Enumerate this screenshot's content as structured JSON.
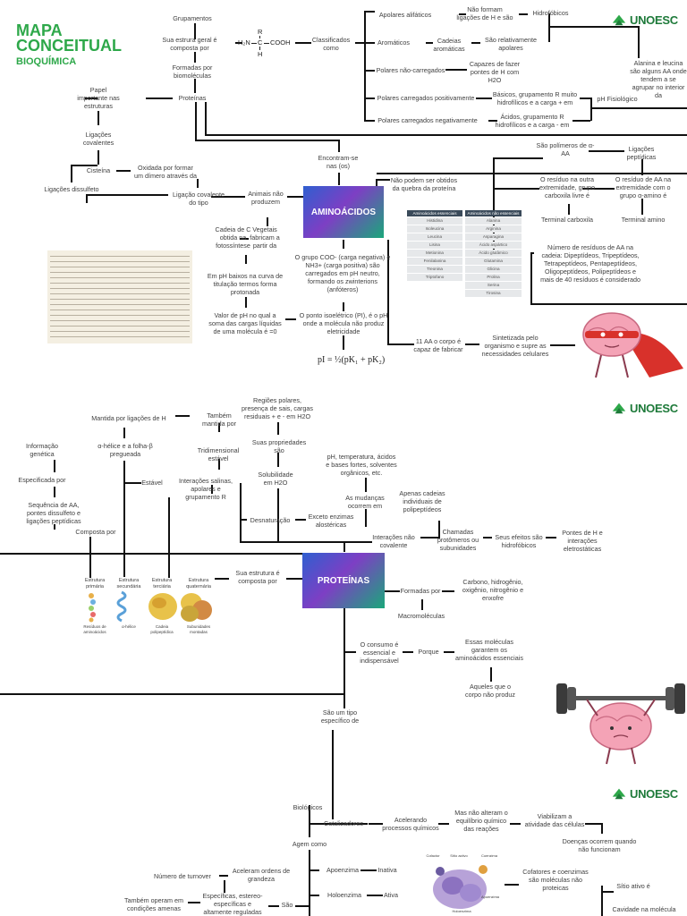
{
  "title": {
    "line1": "MAPA",
    "line2": "CONCEITUAL",
    "subtitle": "BIOQUÍMICA"
  },
  "logo": {
    "text": "UNOESC"
  },
  "colors": {
    "brand_green": "#2ea84a",
    "box_gradient": [
      "#2f5fd0",
      "#7d3fc4",
      "#1aa77a"
    ]
  },
  "aa": {
    "grupamentos": "Grupamentos",
    "estrutura_geral": "Sua estrura geral é\ncomposta por",
    "formula": {
      "h2n": "H₂N",
      "r": "R",
      "c": "C",
      "h": "H",
      "cooh": "COOH"
    },
    "classificados": "Classificados\ncomo",
    "formadas_por": "Formadas por\nbiomoléculas",
    "proteinas_small": "Proteínas",
    "papel": "Papel\nimportante nas\nestruturas",
    "ligacoes_covalentes": "Ligações\ncovalentes",
    "cisteina": "Cisteína",
    "oxidada": "Oxidada por formar\num dímero através da",
    "ligacoes_dissulfeto": "Ligações dissulfeto",
    "ligacao_covalente_tipo": "Ligação covalente\ndo tipo",
    "apolares": "Apolares alifáticos",
    "nao_formam": "Não formam\nligações de H e são",
    "hidrofobicos": "Hidrofóbicos",
    "aromaticos": "Aromáticos",
    "cadeias_aromaticas": "Cadeias\naromáticas",
    "relativamente_apolares": "São relativamente\napolares",
    "polares_nc": "Polares não-carregados",
    "capazes": "Capazes de fazer\npontes de H com\nH2O",
    "polares_pos": "Polares carregados positivamente",
    "basicos": "Básicos, grupamento R muito\nhidrofílicos e a carga + em",
    "ph_fisiologico": "pH Fisiológico",
    "polares_neg": "Polares carregados negativamente",
    "acidos": "Ácidos, grupamento R\nhidrofílicos e a carga - em",
    "alanina": "Alanina e leucina\nsão alguns AA onde\ntendem a se\nagrupar no interior\nda",
    "encontram": "Encontram-se\nnas (os)",
    "box_label": "AMINOÁCIDOS",
    "animais": "Animais não\nproduzem",
    "nao_podem": "Não podem ser obtidos\nda quebra da proteína",
    "essential_header": "Aminoácidos essenciais",
    "nonessential_header": "Aminoácidos não essenciais",
    "essential": [
      "Histidina",
      "Isoleucina",
      "Leucina",
      "Lisina",
      "Metionina",
      "Fenilalanina",
      "Treonina",
      "Triptofano"
    ],
    "nonessential": [
      "Alanina",
      "Arginina",
      "Asparagina",
      "Ácido aspártico",
      "Ácido glutâmico",
      "Glutamina",
      "Glicina",
      "Prolina",
      "Serina",
      "Tirosina"
    ],
    "sao_polimeros": "São polímeros de α-\nAA",
    "ligacoes_peptidicas": "Ligações\npeptídicas",
    "residuo_carboxila": "O resíduo na outra\nextremidade, grupo\ncarboxila livre é",
    "residuo_amino": "O resíduo de AA na\nextremidade com o\ngrupo α-amino é",
    "terminal_carboxila": "Terminal carboxila",
    "terminal_amino": "Terminal amino",
    "numero_residuos": "Número de resíduos de AA na\ncadeia: Dipeptídeos, Tripeptídeos,\nTetrapeptídeos, Pentapeptídeos,\nOligopeptídeos, Polipeptídeos e\nmais de 40 resíduos é considerado",
    "cadeia_c": "Cadeia de C\nobtida na\nfotossíntese",
    "vegetais": "Vegetais\nfabricam a\npartir da",
    "grupo_coo": "O grupo COO- (carga negativa) e\nNH3+ (carga positiva) são\ncarregados em pH neutro,\nformando os zwinterions\n(anfóteros)",
    "em_ph_baixos": "Em pH baixos na curva de\ntitulação termos forma\nprotonada",
    "valor_ph": "Valor de pH no qual a\nsoma das cargas líquidas\nde uma molécula é =0",
    "ponto_isoeletrico": "O ponto isoelétrico (PI), é o pH\nonde a molécula não produz\neletricidade",
    "pi_formula": "pI = ½(pK₁ + pK₂)",
    "onze_aa": "11 AA o corpo é\ncapaz de fabricar",
    "sintetizada": "Sintetizada pelo\norganismo e supre as\nnecessidades celulares"
  },
  "prot": {
    "mantida_h": "Mantida por ligações de H",
    "tambem_mantida": "Também\nmantida por",
    "regioes": "Regiões polares,\npresença de sais, cargas\nresiduais + e - em H2O",
    "informacao": "Informação\ngenética",
    "alfa_helice": "α-hélice e a folha-β\npregueada",
    "tridimensional": "Tridimensional\nestável",
    "propriedades": "Suas propriedades\nsão",
    "especificada": "Especificada por",
    "estavel": "Estável",
    "interacoes_salinas": "Interações salinas,\napolares e\ngrupamento R",
    "solubilidade": "Solubilidade\nem H2O",
    "ph_temp": "pH, temperatura, ácidos\ne bases fortes, solventes\norgânicos, etc.",
    "sequencia": "Sequência de AA,\npontes dissulfeto e\nligações peptídicas",
    "mudancas": "As mudanças\nocorrem em",
    "apenas_cadeias": "Apenas cadeias\nindividuais de\npolipeptídeos",
    "desnaturacao": "Desnaturação",
    "exceto": "Exceto enzimas\nalostéricas",
    "composta_por": "Composta por",
    "interacoes_nao_cov": "Interações não\ncovalente",
    "chamadas": "Chamadas\nprotômeros ou\nsubunidades",
    "efeitos": "Seus efeitos são\nhidrofóbicos",
    "pontes_h": "Pontes de H e\ninterações\neletrostáticas",
    "estrutura_labels": [
      "Estrutura\nprimária",
      "Estrutura\nsecundária",
      "Estrutura\nterciária",
      "Estrutura\nquaternária"
    ],
    "estrutura_captions": [
      "Resíduos de\naminoácidos",
      "α-hélice",
      "Cadeia\npolipeptídica",
      "Subunidades\nmontadas"
    ],
    "sua_estrutura": "Sua estrutura é\ncomposta por",
    "box_label": "PROTEÍNAS",
    "formadas_por": "Formadas por",
    "carbono": "Carbono, hidrogênio,\noxigênio, nitrogênio e\nenxofre",
    "macromoleculas": "Macromoléculas",
    "consumo": "O consumo é\nessencial e\nindispensável",
    "porque": "Porque",
    "essas_moleculas": "Essas moléculas\ngarantem os\naminoácidos essenciais",
    "aqueles": "Aqueles que o\ncorpo não produz"
  },
  "enz": {
    "sao_um_tipo": "São um tipo\nespecífico de",
    "biologicos": "Biológicos",
    "catalizadores": "Catalizadores",
    "acelerando": "Acelerando\nprocessos químicos",
    "mas_nao": "Mas não alteram o\nequilíbrio químico\ndas reações",
    "viabilizam": "Viabilizam a\natividade das células",
    "doencas": "Doenças ocorrem quando\nnão funcionam",
    "agem_como": "Agem como",
    "numero_turnover": "Número de turnover",
    "aceleram": "Aceleram ordens de\ngrandeza",
    "apoenzima": "Apoenzima",
    "inativa": "Inativa",
    "holoenzima": "Holoenzima",
    "ativa": "Ativa",
    "tambem_operam": "Também operam em\ncondições amenas",
    "especificas": "Específicas, estereo-\nespecíficas e\naltamente reguladas",
    "sao": "São",
    "cofatores": "Cofatores e coenzimas\nsão moléculas não\nproteicas",
    "sitio_ativo": "Sítio ativo é",
    "cavidade": "Cavidade na molécula",
    "enzyme_labels": [
      "Cofactor",
      "Sítio activo",
      "Coenzima",
      "Apoenzima",
      "Holoenzima"
    ]
  }
}
